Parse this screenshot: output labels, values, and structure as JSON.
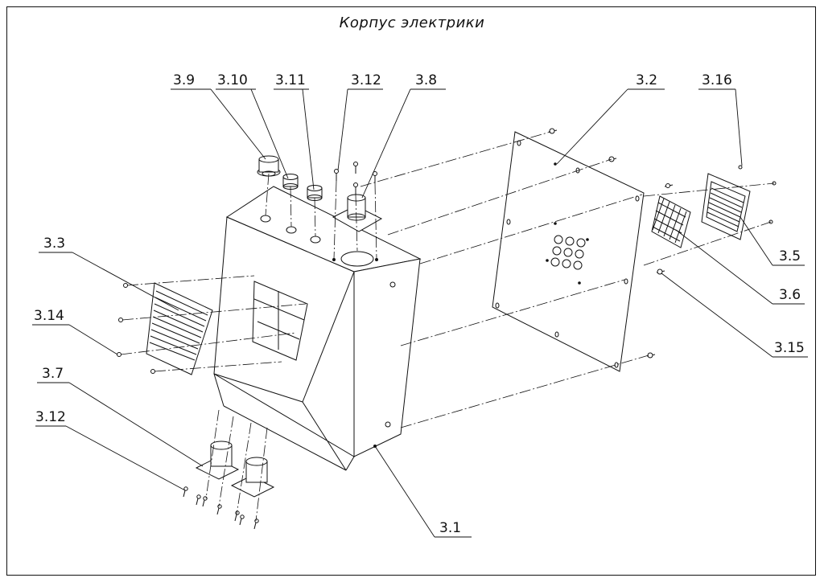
{
  "title": "Корпус электрики",
  "callouts": [
    {
      "id": "c-3-9",
      "label": "3.9"
    },
    {
      "id": "c-3-10",
      "label": "3.10"
    },
    {
      "id": "c-3-11",
      "label": "3.11"
    },
    {
      "id": "c-3-12-top",
      "label": "3.12"
    },
    {
      "id": "c-3-8",
      "label": "3.8"
    },
    {
      "id": "c-3-2",
      "label": "3.2"
    },
    {
      "id": "c-3-16",
      "label": "3.16"
    },
    {
      "id": "c-3-3",
      "label": "3.3"
    },
    {
      "id": "c-3-14",
      "label": "3.14"
    },
    {
      "id": "c-3-7",
      "label": "3.7"
    },
    {
      "id": "c-3-12-bottom",
      "label": "3.12"
    },
    {
      "id": "c-3-5",
      "label": "3.5"
    },
    {
      "id": "c-3-6",
      "label": "3.6"
    },
    {
      "id": "c-3-15",
      "label": "3.15"
    },
    {
      "id": "c-3-1",
      "label": "3.1"
    }
  ]
}
